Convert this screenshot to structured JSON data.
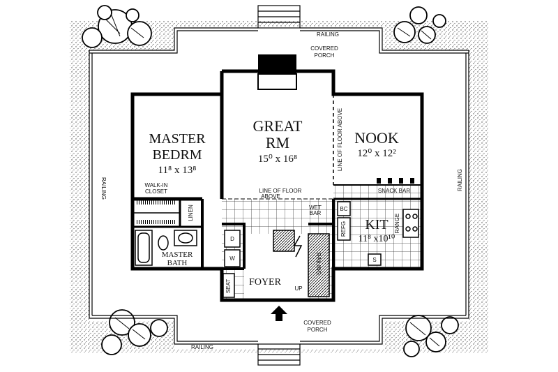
{
  "rooms": {
    "great": {
      "name_line1": "GREAT",
      "name_line2": "RM",
      "dims": "15⁰ x 16⁸"
    },
    "nook": {
      "name": "NOOK",
      "dims": "12⁰ x 12²"
    },
    "master": {
      "name_line1": "MASTER",
      "name_line2": "BEDRM",
      "dims": "11⁸ x 13⁸"
    },
    "kit": {
      "name": "KIT",
      "dims": "11⁸ x10¹⁰"
    },
    "master_bath": {
      "name_line1": "MASTER",
      "name_line2": "BATH"
    },
    "foyer": {
      "name": "FOYER"
    }
  },
  "labels": {
    "covered_porch_top_1": "COVERED",
    "covered_porch_top_2": "PORCH",
    "covered_porch_bottom_1": "COVERED",
    "covered_porch_bottom_2": "PORCH",
    "railing_top": "RAILING",
    "railing_bottom": "RAILING",
    "railing_left": "RAILING",
    "railing_right": "RAILING",
    "railing_stair": "RAILING",
    "line_of_floor_above_1": "LINE OF FLOOR",
    "line_of_floor_above_2": "ABOVE",
    "line_of_floor_vertical": "LINE OF FLOOR ABOVE",
    "walk_in_closet_1": "WALK-IN",
    "walk_in_closet_2": "CLOSET",
    "linen": "LINEN",
    "wet_bar_1": "WET",
    "wet_bar_2": "BAR",
    "snack_bar": "SNACK BAR",
    "bc": "BC",
    "refg": "REFG",
    "range": "RANGE",
    "d": "D",
    "w": "W",
    "s": "S",
    "seat": "SEAT",
    "up": "UP"
  }
}
